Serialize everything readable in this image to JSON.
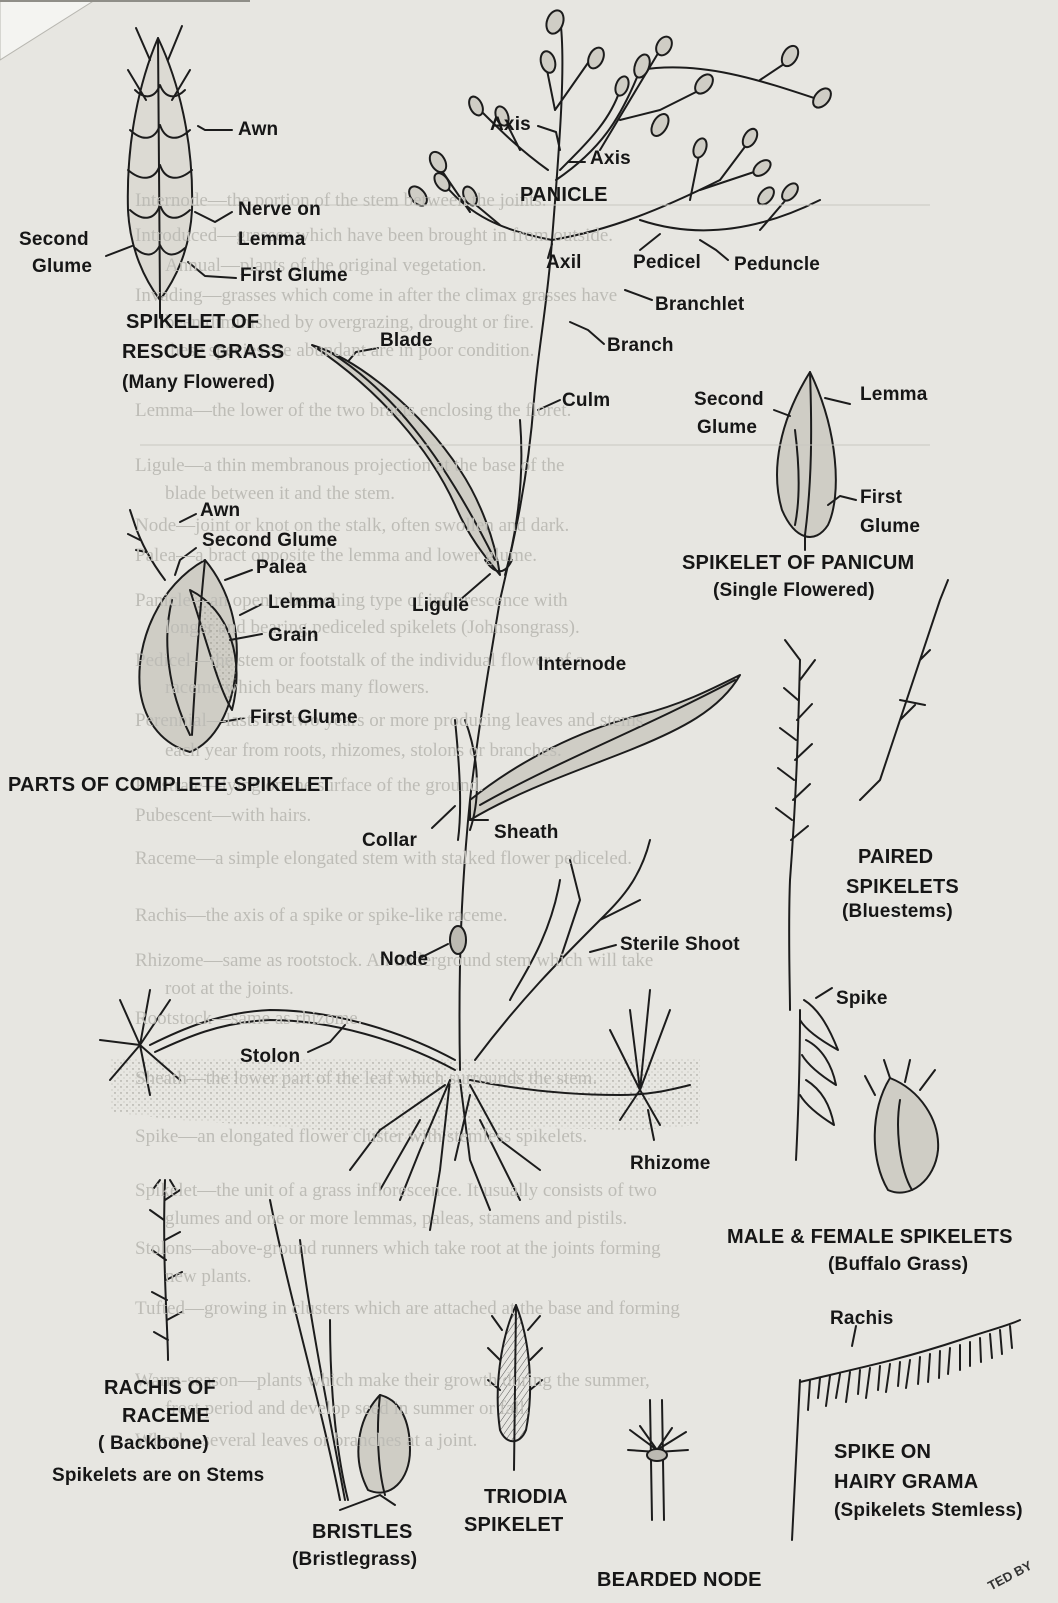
{
  "colors": {
    "paper": "#e7e6e1",
    "ink": "#161616",
    "bleed_through": "#bdbcb6",
    "soil": "#d7d5cd"
  },
  "labels": {
    "awn_rescue": "Awn",
    "nerve_on": "Nerve on",
    "lemma_rescue": "Lemma",
    "second_glume_rescue_1": "Second",
    "second_glume_rescue_2": "Glume",
    "first_glume_rescue": "First Glume",
    "spikelet_rescue_title_1": "SPIKELET OF",
    "spikelet_rescue_title_2": "RESCUE GRASS",
    "spikelet_rescue_sub": "(Many Flowered)",
    "axis_1": "Axis",
    "axis_2": "Axis",
    "panicle": "PANICLE",
    "axil": "Axil",
    "pedicel": "Pedicel",
    "peduncle": "Peduncle",
    "branchlet": "Branchlet",
    "blade": "Blade",
    "branch": "Branch",
    "culm": "Culm",
    "second_glume_panicum_1": "Second",
    "second_glume_panicum_2": "Glume",
    "lemma_panicum": "Lemma",
    "first_glume_panicum_1": "First",
    "first_glume_panicum_2": "Glume",
    "spikelet_panicum_title": "SPIKELET OF PANICUM",
    "spikelet_panicum_sub": "(Single Flowered)",
    "awn_complete": "Awn",
    "second_glume_complete": "Second Glume",
    "palea": "Palea",
    "lemma_complete": "Lemma",
    "grain": "Grain",
    "first_glume_complete": "First Glume",
    "complete_spikelet_title": "PARTS OF COMPLETE SPIKELET",
    "ligule": "Ligule",
    "internode": "Internode",
    "collar": "Collar",
    "sheath": "Sheath",
    "paired_spikelets_1": "PAIRED",
    "paired_spikelets_2": "SPIKELETS",
    "paired_spikelets_sub": "(Bluestems)",
    "sterile_shoot": "Sterile Shoot",
    "node": "Node",
    "spike": "Spike",
    "stolon": "Stolon",
    "rhizome": "Rhizome",
    "male_female_title": "MALE & FEMALE SPIKELETS",
    "male_female_sub": "(Buffalo Grass)",
    "rachis": "Rachis",
    "rachis_raceme_1": "RACHIS OF",
    "rachis_raceme_2": "RACEME",
    "rachis_raceme_sub": "( Backbone)",
    "rachis_raceme_note": "Spikelets are on Stems",
    "spike_hairy_1": "SPIKE ON",
    "spike_hairy_2": "HAIRY GRAMA",
    "spike_hairy_sub": "(Spikelets Stemless)",
    "triodia_1": "TRIODIA",
    "triodia_2": "SPIKELET",
    "bristles": "BRISTLES",
    "bristles_sub": "(Bristlegrass)",
    "bearded_node": "BEARDED NODE",
    "corner_mark": "TED BY"
  },
  "bleed_through": [
    "Internode—the portion of the stem between the joints.",
    "Introduced—grasses which have been brought in from outside.",
    "Annual—plants of the original vegetation.",
    "Invading—grasses which come in after the climax grasses have",
    "been diminished by overgrazing, drought or fire.",
    "these species are abundant are in poor condition.",
    "Lemma—the lower of the two bracts enclosing the floret.",
    "Ligule—a thin membranous projection at the base of the",
    "blade between it and the stem.",
    "Node—joint or knot on the stalk, often swollen and dark.",
    "Palea—a bract opposite the lemma and lower glume.",
    "Panicle—an open rebranching type of inflorescence with",
    "longer and bearing pediceled spikelets (Johnsongrass).",
    "Pedicel—the stem or footstalk of the individual flower of a",
    "raceme which bears many flowers.",
    "Perennial—lasts for two years or more producing leaves and stems",
    "each year from roots, rhizomes, stolons or branches.",
    "Prostrate—lying on the surface of the ground.",
    "Pubescent—with hairs.",
    "Raceme—a simple elongated stem with stalked flower pediceled.",
    "Rachis—the axis of a spike or spike-like raceme.",
    "Rhizome—same as rootstock. An underground stem which will take",
    "root at the joints.",
    "Rootstock—same as rhizome.",
    "Sheath—the lower part of the leaf which surrounds the stem.",
    "Spike—an elongated flower cluster with stemless spikelets.",
    "Spikelet—the unit of a grass inflorescence. It usually consists of two",
    "glumes and one or more lemmas, paleas, stamens and pistils.",
    "Stolons—above-ground runners which take root at the joints forming",
    "new plants.",
    "Tufted—growing in clusters which are attached at the base and forming",
    "Warm-season—plants which make their growth during the summer,",
    "frost period and develop seed in summer or fall.",
    "Whorl—several leaves or branches at a joint."
  ]
}
